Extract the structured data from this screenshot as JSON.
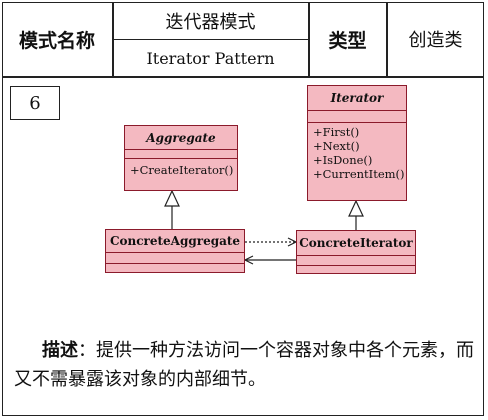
{
  "header": {
    "mode_name_label": "模式名称",
    "pattern_name_cn": "迭代器模式",
    "pattern_name_en": "Iterator Pattern",
    "type_label": "类型",
    "type_value": "创造类"
  },
  "diagram": {
    "number": "6",
    "classes": {
      "aggregate": {
        "name": "Aggregate",
        "operations": [
          "+CreateIterator()"
        ]
      },
      "iterator": {
        "name": "Iterator",
        "operations": [
          "+First()",
          "+Next()",
          "+IsDone()",
          "+CurrentItem()"
        ]
      },
      "concrete_aggregate": {
        "name": "ConcreteAggregate"
      },
      "concrete_iterator": {
        "name": "ConcreteIterator"
      }
    },
    "colors": {
      "class_fill": "#f4b9c1",
      "class_border": "#8b1a2b"
    }
  },
  "description": {
    "label": "描述",
    "text": "：提供一种方法访问一个容器对象中各个元素，而又不需暴露该对象的内部细节。"
  }
}
